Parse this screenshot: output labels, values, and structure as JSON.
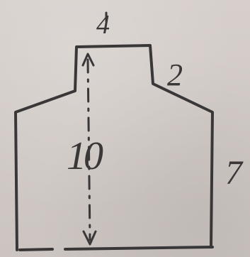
{
  "diagram": {
    "labels": {
      "top": "4",
      "right_shoulder": "2",
      "right_side": "7",
      "center": "10"
    },
    "colors": {
      "ink": "#3a3738",
      "paper": "#cfc8c4"
    }
  }
}
